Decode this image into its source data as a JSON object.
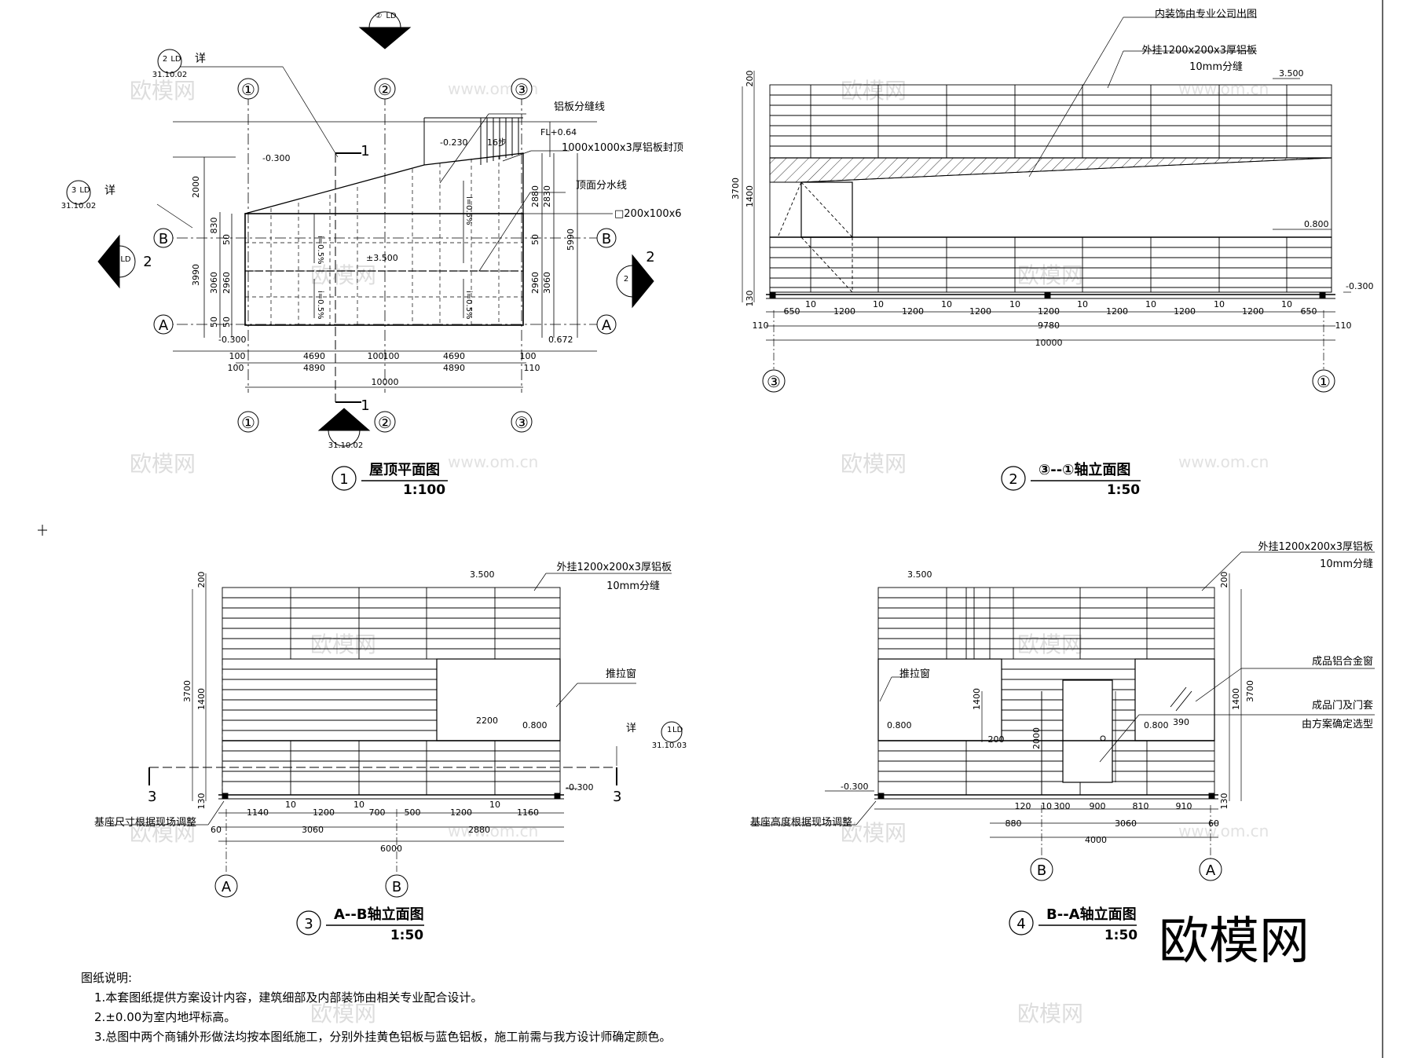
{
  "plan": {
    "title": "屋顶平面图",
    "scale": "1:100",
    "index": "1",
    "labels": {
      "seam": "铝板分缝线",
      "top_panel": "1000x1000x3厚铝板封顶",
      "ridge": "顶面分水线",
      "tube": "□200x100x6",
      "fl": "FL+0.64",
      "center": "±3.500",
      "steps": "16步",
      "elev_a": "-0.300",
      "elev_b": "-0.230",
      "elev_c": "-0.300",
      "elev_d": "0.672",
      "slope": "i=0.5%",
      "detail": "详",
      "sheet": "31.10.02",
      "ld": "LD",
      "dash": "--"
    },
    "axes": [
      "①",
      "②",
      "③",
      "A",
      "B"
    ],
    "dims_h": [
      "100",
      "4690",
      "100",
      "100",
      "4690",
      "100",
      "100",
      "4890",
      "4890",
      "110",
      "10000"
    ],
    "dims_v": [
      "2000",
      "830",
      "50",
      "50",
      "3060",
      "2960",
      "50",
      "3990",
      "2880",
      "2830",
      "50",
      "2960",
      "3060",
      "5990"
    ]
  },
  "elev1": {
    "title": "③--①轴立面图",
    "scale": "1:50",
    "index": "2",
    "labels": {
      "interior": "内装饰由专业公司出图",
      "cladding": "外挂1200x200x3厚铝板",
      "gap": "10mm分缝",
      "top": "3.500",
      "mid": "0.800",
      "base": "-0.300"
    },
    "dims": [
      "650",
      "10",
      "1200",
      "10",
      "1200",
      "10",
      "1200",
      "10",
      "1200",
      "10",
      "1200",
      "10",
      "1200",
      "10",
      "1200",
      "10",
      "650",
      "110",
      "9780",
      "110",
      "10000"
    ],
    "vdims": [
      "200",
      "3700",
      "1400",
      "130"
    ],
    "axes": [
      "③",
      "①"
    ]
  },
  "elev2": {
    "title": "A--B轴立面图",
    "scale": "1:50",
    "index": "3",
    "labels": {
      "cladding": "外挂1200x200x3厚铝板",
      "gap": "10mm分缝",
      "window": "推拉窗",
      "top": "3.500",
      "mid": "0.800",
      "base": "-0.300",
      "base_note": "基座尺寸根据现场调整",
      "detail": "详",
      "sheet": "31.10.03",
      "win_w": "2200",
      "cut": "3"
    },
    "dims": [
      "1140",
      "10",
      "1200",
      "10",
      "700",
      "500",
      "1200",
      "10",
      "1160",
      "60",
      "3060",
      "2880",
      "6000"
    ],
    "vdims": [
      "200",
      "3700",
      "1400",
      "130"
    ],
    "axes": [
      "A",
      "B"
    ]
  },
  "elev3": {
    "title": "B--A轴立面图",
    "scale": "1:50",
    "index": "4",
    "labels": {
      "cladding": "外挂1200x200x3厚铝板",
      "gap": "10mm分缝",
      "window": "推拉窗",
      "alu_window": "成品铝合金窗",
      "door": "成品门及门套",
      "door2": "由方案确定选型",
      "top": "3.500",
      "mid1": "0.800",
      "mid2": "0.800",
      "base": "-0.300",
      "base_note": "基座高度根据现场调整",
      "h1": "1400",
      "h2": "2000",
      "h3": "1400",
      "d390": "390",
      "d200": "200"
    },
    "dims": [
      "120",
      "10",
      "300",
      "900",
      "810",
      "910",
      "60",
      "880",
      "3060",
      "4000"
    ],
    "vdims": [
      "200",
      "3700",
      "1400",
      "130"
    ],
    "axes": [
      "B",
      "A"
    ]
  },
  "notes": {
    "heading": "图纸说明:",
    "lines": [
      "1.本套图纸提供方案设计内容，建筑细部及内部装饰由相关专业配合设计。",
      "2.±0.00为室内地坪标高。",
      "3.总图中两个商铺外形做法均按本图纸施工，分别外挂黄色铝板与蓝色铝板，施工前需与我方设计师确定颜色。"
    ]
  },
  "watermark": {
    "logo": "欧模网",
    "url": "www.om.cn"
  },
  "colors": {
    "line": "#000000",
    "watermark": "#d9d9d9"
  }
}
